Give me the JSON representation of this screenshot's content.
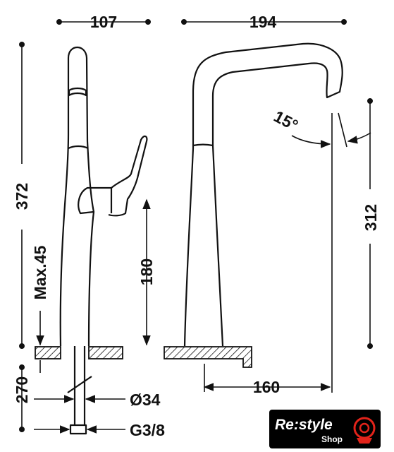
{
  "dimensions": {
    "top_width_body": "107",
    "top_reach": "194",
    "total_height": "372",
    "spout_height": "312",
    "angle": "15°",
    "max_deck": "Max.45",
    "lever_height": "180",
    "tail_length": "270",
    "base_diameter": "Ø34",
    "connection": "G3/8",
    "reach_from_base": "160"
  },
  "logo": {
    "brand": "Re:style",
    "sub": "Shop"
  },
  "colors": {
    "line": "#111111",
    "logo_bg": "#000000",
    "logo_accent": "#e2231a"
  }
}
